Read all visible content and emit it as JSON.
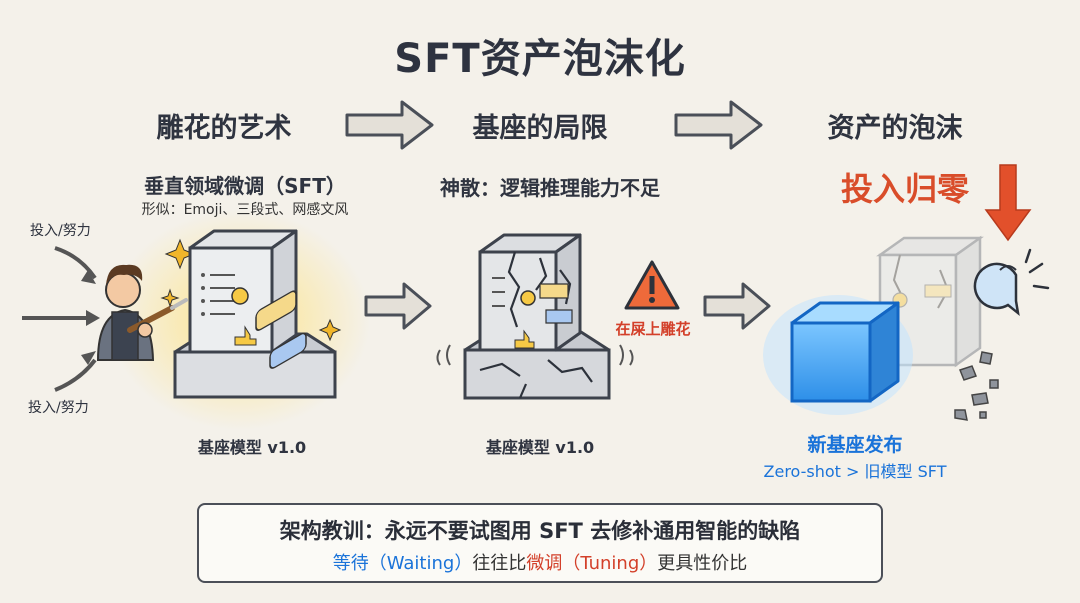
{
  "title": "SFT资产泡沫化",
  "stages": [
    "雕花的艺术",
    "基座的局限",
    "资产的泡沫"
  ],
  "panel1": {
    "heading": "垂直领域微调（SFT）",
    "subheading": "形似：Emoji、三段式、网感文风",
    "effort_top": "投入/努力",
    "effort_bottom": "投入/努力",
    "caption": "基座模型 v1.0"
  },
  "panel2": {
    "heading": "神散：逻辑推理能力不足",
    "warning": "在屎上雕花",
    "caption": "基座模型 v1.0"
  },
  "panel3": {
    "heading": "投入归零",
    "new_base": "新基座发布",
    "new_base_sub": "Zero-shot > 旧模型 SFT"
  },
  "lesson": {
    "title": "架构教训：永远不要试图用 SFT 去修补通用智能的缺陷",
    "waiting": "等待（Waiting）",
    "mid1": "往往比",
    "tuning": "微调（Tuning）",
    "mid2": "更具性价比"
  },
  "colors": {
    "accent_red": "#d94d2a",
    "accent_blue": "#1a73d9",
    "background": "#f4f1ea"
  }
}
